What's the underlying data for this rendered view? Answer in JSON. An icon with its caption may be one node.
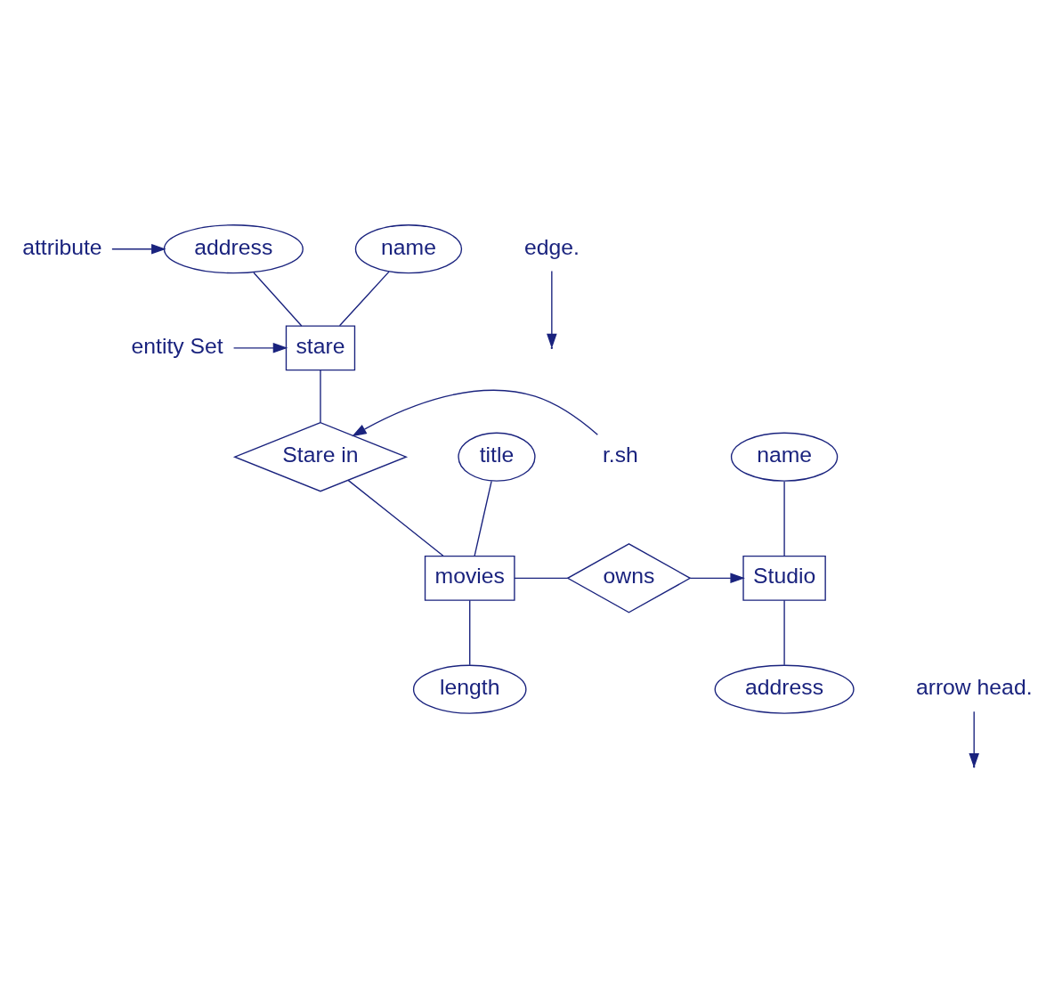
{
  "diagram": {
    "nodes": [
      {
        "text": [
          "name"
        ]
      },
      {
        "text": [
          "address"
        ]
      },
      {
        "text": [
          "attribute"
        ]
      },
      {
        "text": [
          "stare"
        ]
      },
      {
        "text": [
          "entity Set"
        ]
      },
      {
        "text": [
          "Stare in"
        ]
      },
      {
        "text": [
          "r.sh"
        ]
      },
      {
        "text": [
          "title"
        ]
      },
      {
        "text": [
          "name"
        ]
      },
      {
        "text": [
          "Studio"
        ]
      },
      {
        "text": [
          "owns"
        ]
      },
      {
        "text": [
          "movies"
        ]
      },
      {
        "text": [
          "arrow head."
        ]
      },
      {
        "text": [
          "edge."
        ]
      },
      {
        "text": [
          "address"
        ]
      },
      {
        "text": [
          "length"
        ]
      }
    ],
    "edges": [
      {
        "from": 0,
        "to": 3,
        "arrow": "none"
      },
      {
        "from": 1,
        "to": 3,
        "arrow": "none"
      },
      {
        "from": 2,
        "to": 1,
        "arrow": "to"
      },
      {
        "from": 4,
        "to": 3,
        "arrow": "to"
      },
      {
        "from": 3,
        "to": 5,
        "arrow": "none"
      },
      {
        "from": 6,
        "to": 5,
        "arrow": "to"
      },
      {
        "from": 5,
        "to": 11,
        "arrow": "none"
      },
      {
        "from": 7,
        "to": 11,
        "arrow": "none"
      },
      {
        "from": 8,
        "to": 9,
        "arrow": "none"
      },
      {
        "from": 10,
        "to": 9,
        "arrow": "to"
      },
      {
        "from": 11,
        "to": 10,
        "arrow": "none"
      },
      {
        "from": 12,
        "to": null,
        "arrow": "to"
      },
      {
        "from": 13,
        "to": null,
        "arrow": "to"
      },
      {
        "from": 9,
        "to": 14,
        "arrow": "none"
      },
      {
        "from": 11,
        "to": 15,
        "arrow": "none"
      }
    ]
  }
}
